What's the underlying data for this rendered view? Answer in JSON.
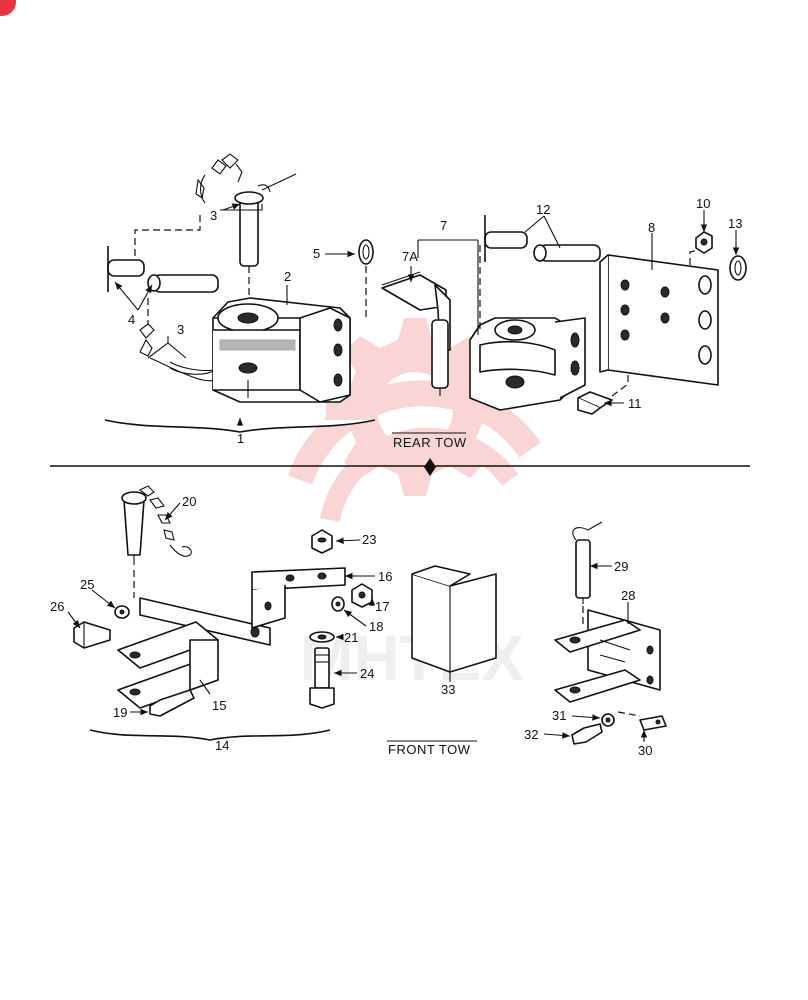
{
  "watermark": {
    "text": "MHTEX",
    "color": "#f08080"
  },
  "corner_badge": {
    "color": "#e8343f"
  },
  "sections": {
    "rear": "REAR TOW",
    "front": "FRONT TOW"
  },
  "callouts": {
    "c1": "1",
    "c2": "2",
    "c3a": "3",
    "c3b": "3",
    "c4": "4",
    "c5": "5",
    "c7": "7",
    "c7a": "7A",
    "c8": "8",
    "c10": "10",
    "c11": "11",
    "c12": "12",
    "c13": "13",
    "c14": "14",
    "c15": "15",
    "c16": "16",
    "c17": "17",
    "c18": "18",
    "c19": "19",
    "c20": "20",
    "c21": "21",
    "c23": "23",
    "c24": "24",
    "c25": "25",
    "c26": "26",
    "c28": "28",
    "c29": "29",
    "c30": "30",
    "c31": "31",
    "c32": "32",
    "c33": "33"
  }
}
